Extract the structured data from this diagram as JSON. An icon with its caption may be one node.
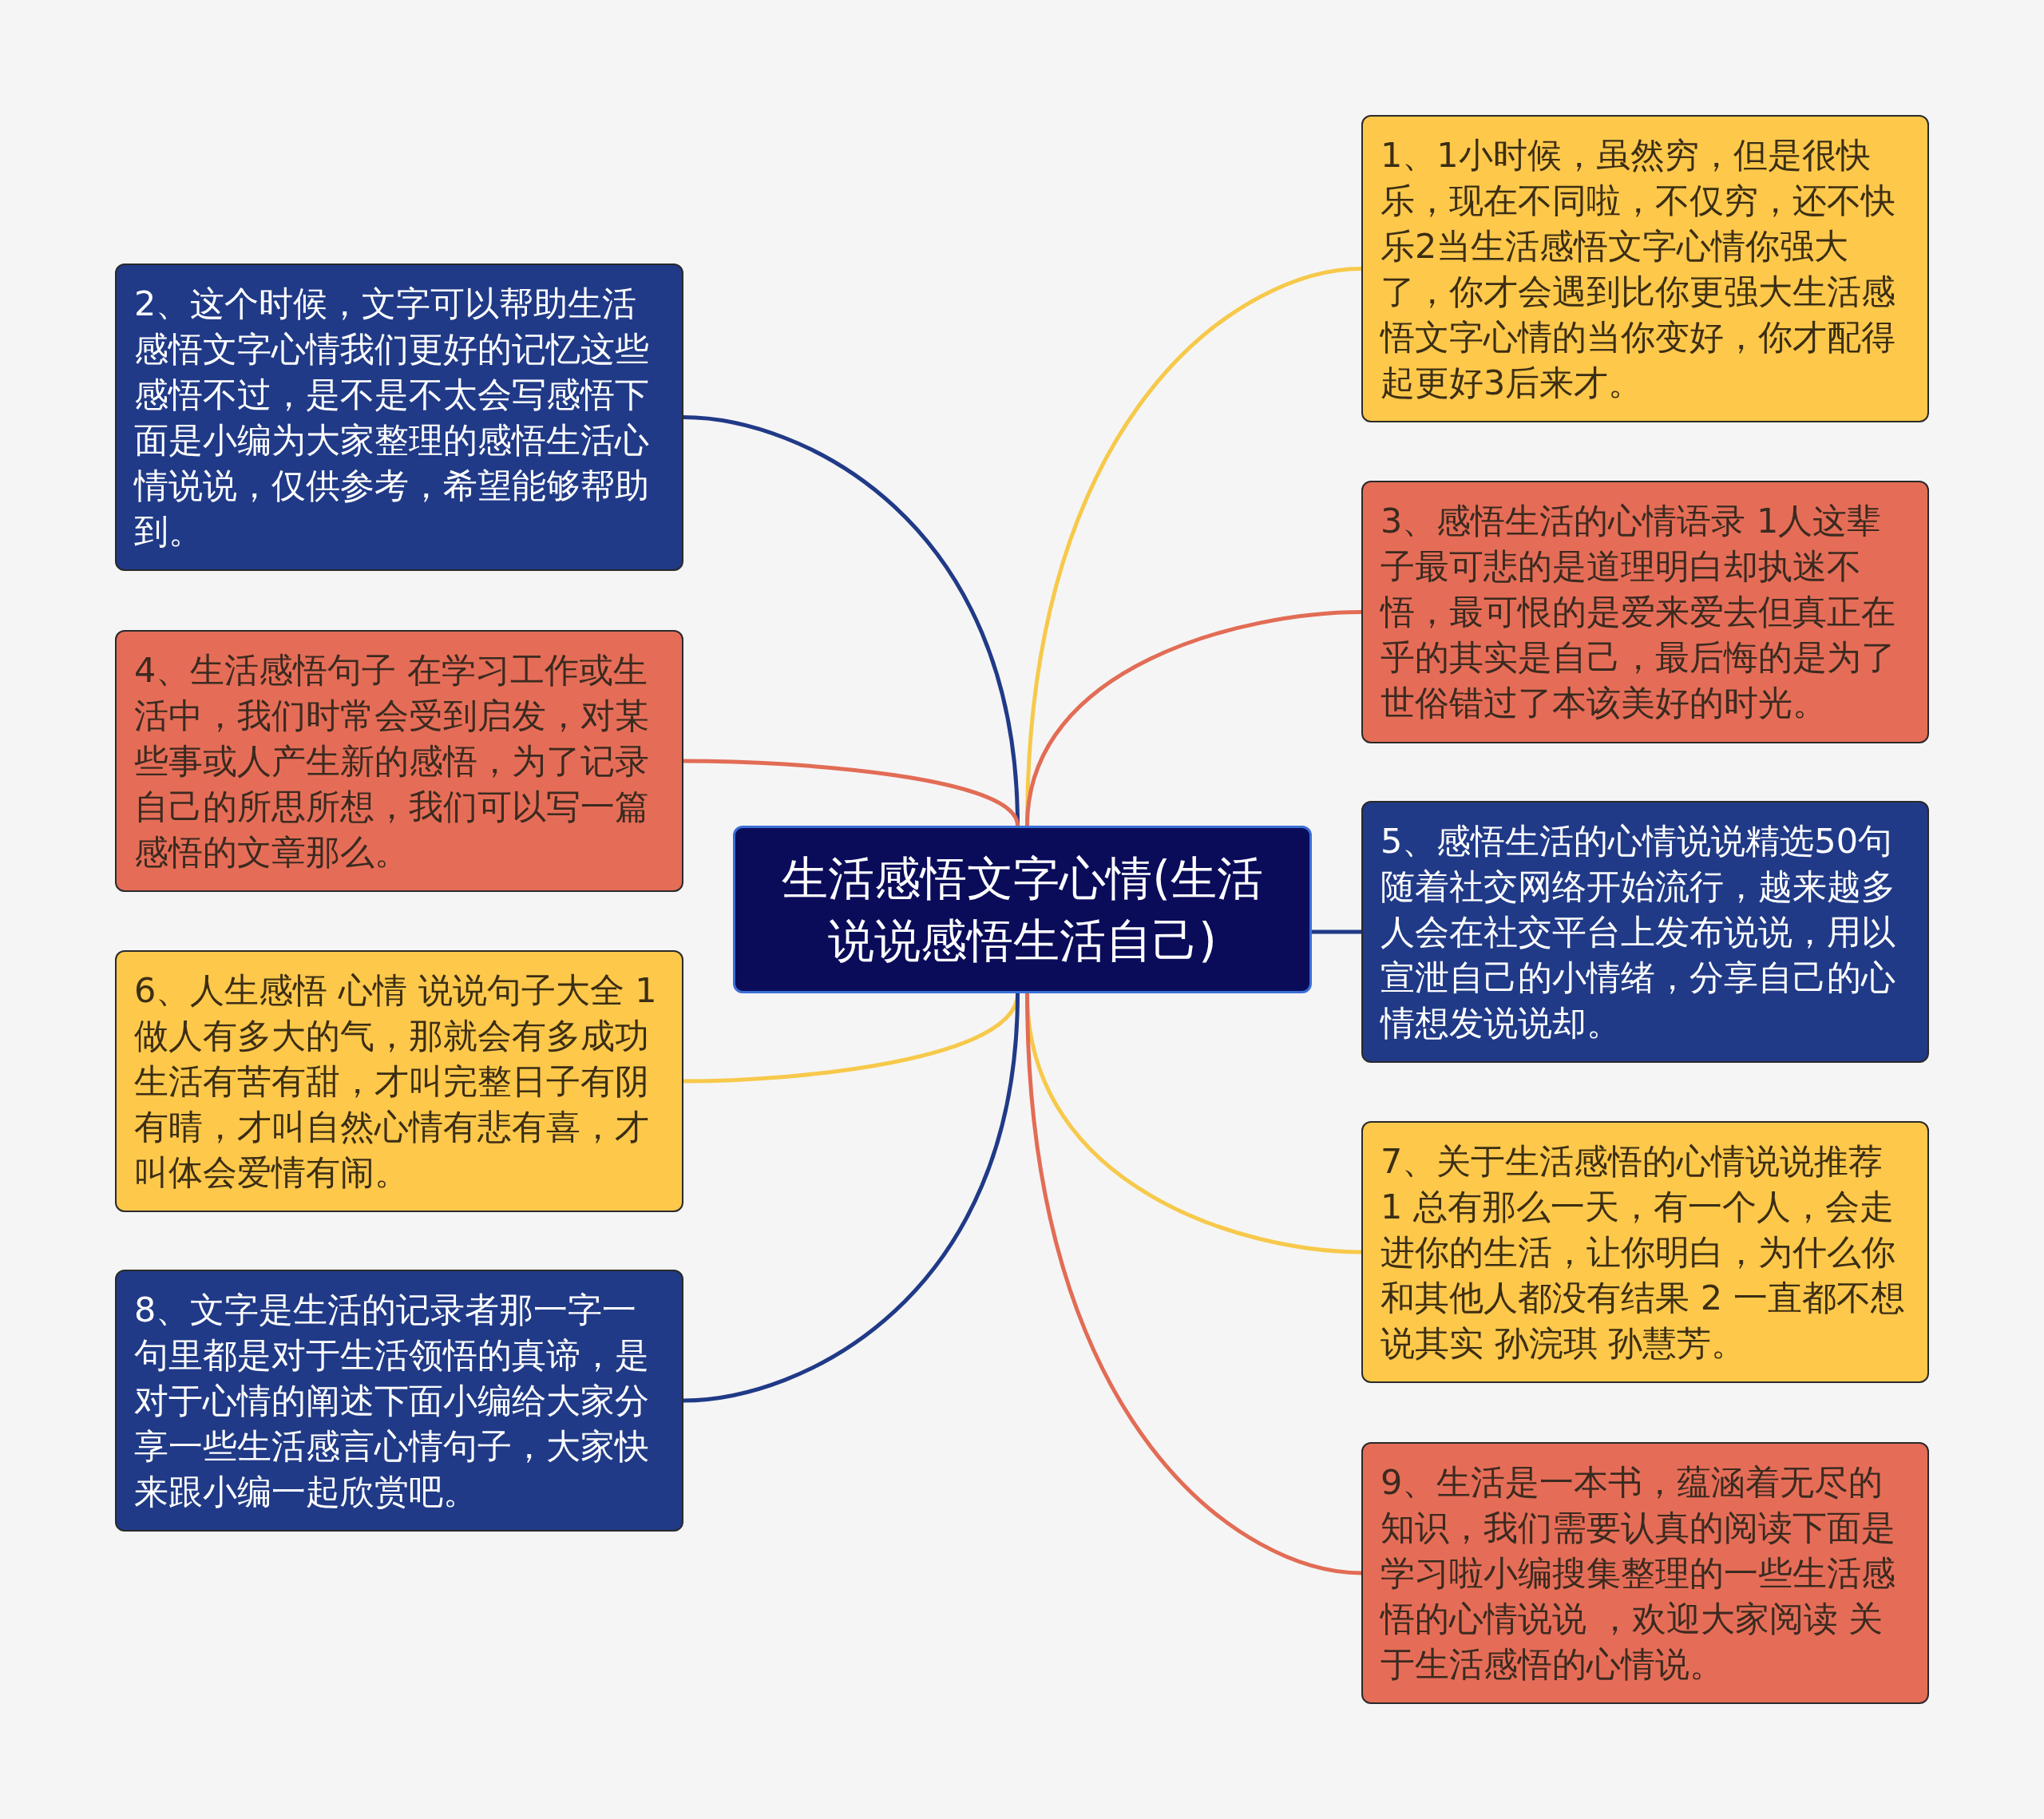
{
  "diagram": {
    "nodes": [
      {
        "text": [
          "生活感悟文字心情(生活说说感悟生活自己)"
        ]
      },
      {
        "text": [
          "1、1小时候，虽然穷，但是很快乐，现在不同啦，不仅穷，还不快乐2当生活感悟文字心情你强大了，你才会遇到比你更强大生活感悟文字心情的当你变好，你才配得起更好3后来才。"
        ]
      },
      {
        "text": [
          "2、这个时候，文字可以帮助生活感悟文字心情我们更好的记忆这些感悟不过，是不是不太会写感悟下面是小编为大家整理的感悟生活心情说说，仅供参考，希望能够帮助到。"
        ]
      },
      {
        "text": [
          "3、感悟生活的心情语录 1人这辈子最可悲的是道理明白却执迷不悟，最可恨的是爱来爱去但真正在乎的其实是自己，最后悔的是为了世俗错过了本该美好的时光。"
        ]
      },
      {
        "text": [
          "4、生活感悟句子 在学习工作或生活中，我们时常会受到启发，对某些事或人产生新的感悟，为了记录自己的所思所想，我们可以写一篇感悟的文章那么。"
        ]
      },
      {
        "text": [
          "5、感悟生活的心情说说精选50句随着社交网络开始流行，越来越多人会在社交平台上发布说说，用以宣泄自己的小情绪，分享自己的心情想发说说却。"
        ]
      },
      {
        "text": [
          "6、人生感悟 心情 说说句子大全 1 做人有多大的气，那就会有多成功生活有苦有甜，才叫完整日子有阴有晴，才叫自然心情有悲有喜，才叫体会爱情有闹。"
        ]
      },
      {
        "text": [
          "7、关于生活感悟的心情说说推荐 1 总有那么一天，有一个人，会走进你的生活，让你明白，为什么你和其他人都没有结果 2 一直都不想说其实 孙浣琪 孙慧芳。"
        ]
      },
      {
        "text": [
          "8、文字是生活的记录者那一字一句里都是对于生活领悟的真谛，是对于心情的阐述下面小编给大家分享一些生活感言心情句子，大家快来跟小编一起欣赏吧。"
        ]
      },
      {
        "text": [
          "9、生活是一本书，蕴涵着无尽的知识，我们需要认真的阅读下面是学习啦小编搜集整理的一些生活感悟的心情说说 ，欢迎大家阅读 关于生活感悟的心情说。"
        ]
      }
    ],
    "edges": [
      {
        "from": 0,
        "to": 1,
        "arrow": "none",
        "color": "#f7c94b"
      },
      {
        "from": 0,
        "to": 2,
        "arrow": "none",
        "color": "#203a87"
      },
      {
        "from": 0,
        "to": 3,
        "arrow": "none",
        "color": "#e26c55"
      },
      {
        "from": 0,
        "to": 4,
        "arrow": "none",
        "color": "#e26c55"
      },
      {
        "from": 0,
        "to": 5,
        "arrow": "none",
        "color": "#203a87"
      },
      {
        "from": 0,
        "to": 6,
        "arrow": "none",
        "color": "#f7c94b"
      },
      {
        "from": 0,
        "to": 7,
        "arrow": "none",
        "color": "#f7c94b"
      },
      {
        "from": 0,
        "to": 8,
        "arrow": "none",
        "color": "#203a87"
      },
      {
        "from": 0,
        "to": 9,
        "arrow": "none",
        "color": "#e26c55"
      }
    ]
  }
}
